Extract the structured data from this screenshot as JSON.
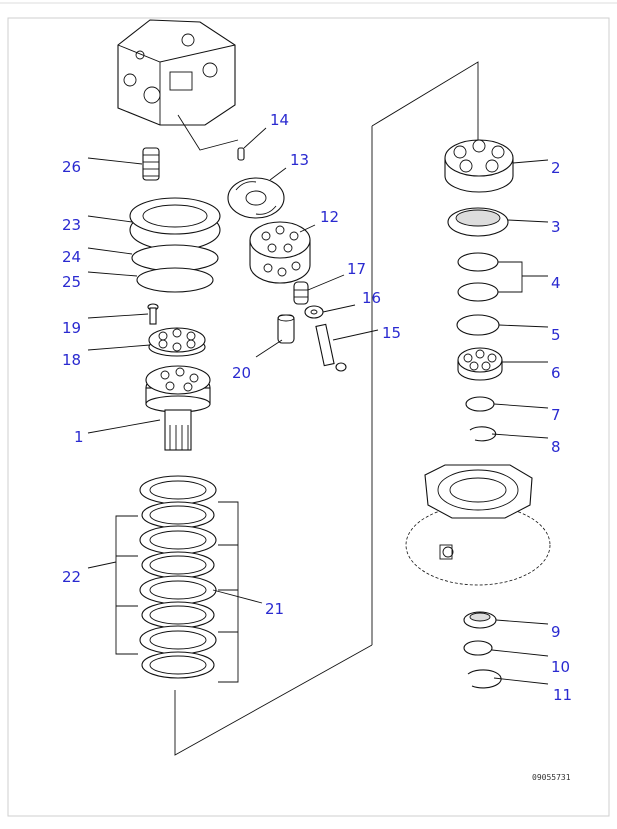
{
  "drawing_code": "09055731",
  "labels": {
    "p1": "1",
    "p2": "2",
    "p3": "3",
    "p4": "4",
    "p5": "5",
    "p6": "6",
    "p7": "7",
    "p8": "8",
    "p9": "9",
    "p10": "10",
    "p11": "11",
    "p12": "12",
    "p13": "13",
    "p14": "14",
    "p15": "15",
    "p16": "16",
    "p17": "17",
    "p18": "18",
    "p19": "19",
    "p20": "20",
    "p21": "21",
    "p22": "22",
    "p23": "23",
    "p24": "24",
    "p25": "25",
    "p26": "26"
  },
  "colors": {
    "label": "#2a2ad0",
    "line": "#111111",
    "border": "#cfcfcf"
  }
}
